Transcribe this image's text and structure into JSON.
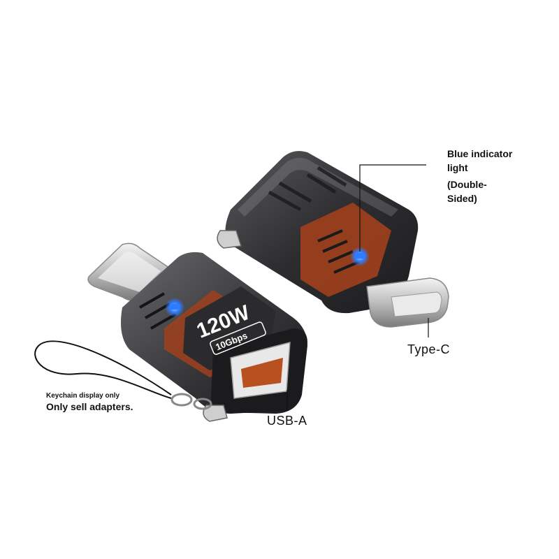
{
  "callout": {
    "line1": "Blue indicator",
    "line2": "light",
    "line3": "(Double-",
    "line4": "Sided)"
  },
  "ports": {
    "type_c": "Type-C",
    "usb_a": "USB-A"
  },
  "keychain_note": {
    "line1": "Keychain display only",
    "line2": "Only sell adapters."
  },
  "product_print": {
    "power": "120W",
    "speed": "10Gbps"
  },
  "colors": {
    "indicator": "#2e7cff",
    "copper": "#a0401c",
    "shell": "#3a3a3d"
  }
}
